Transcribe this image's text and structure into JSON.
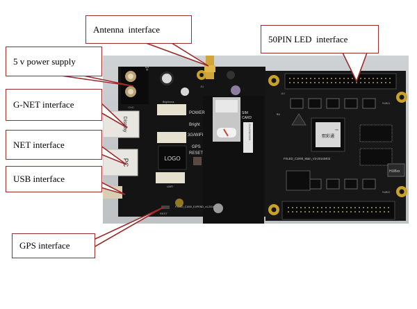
{
  "diagram": {
    "subject": "LED controller card (PCB photo) with labeled interfaces",
    "callouts": [
      {
        "id": "antenna",
        "text": "Antenna  interface"
      },
      {
        "id": "power",
        "text": "5 v power supply"
      },
      {
        "id": "gnet",
        "text": "G-NET interface"
      },
      {
        "id": "net",
        "text": "NET interface"
      },
      {
        "id": "usb",
        "text": "USB interface"
      },
      {
        "id": "gps",
        "text": "GPS interface"
      },
      {
        "id": "led50",
        "text": "50PIN LED  interface"
      }
    ],
    "board_markings": {
      "plus5v": "+5V",
      "gnd": "GND",
      "display": "Display",
      "pc": "PC",
      "logo": "LOGO",
      "power": "POWER",
      "bright": "Bright",
      "wifi": "3G/WIFI",
      "gps": "GPS",
      "reset": "RESET",
      "sim": "SIM",
      "card": "CARD",
      "brightness": "Brightness",
      "uart": "UART",
      "rest": "REST",
      "expend_label": "FXLED_C1000_EXPEND_v4-20140701",
      "main_label": "FXLED_C1000_Main_V3-20140403",
      "chip_label": "熙彩通",
      "tm": "TM",
      "hub01": "HUB01",
      "hub02": "HUB02",
      "hubxx": "HUBxx",
      "j10": "J10",
      "j11": "J11",
      "v5": "5V",
      "sim_sticker": "CS14001600158",
      "sim_sticker2": "厂商号"
    },
    "colors": {
      "callout_border": "#9b2a2a",
      "pcb": "#151515",
      "gold": "#c9a227"
    }
  }
}
